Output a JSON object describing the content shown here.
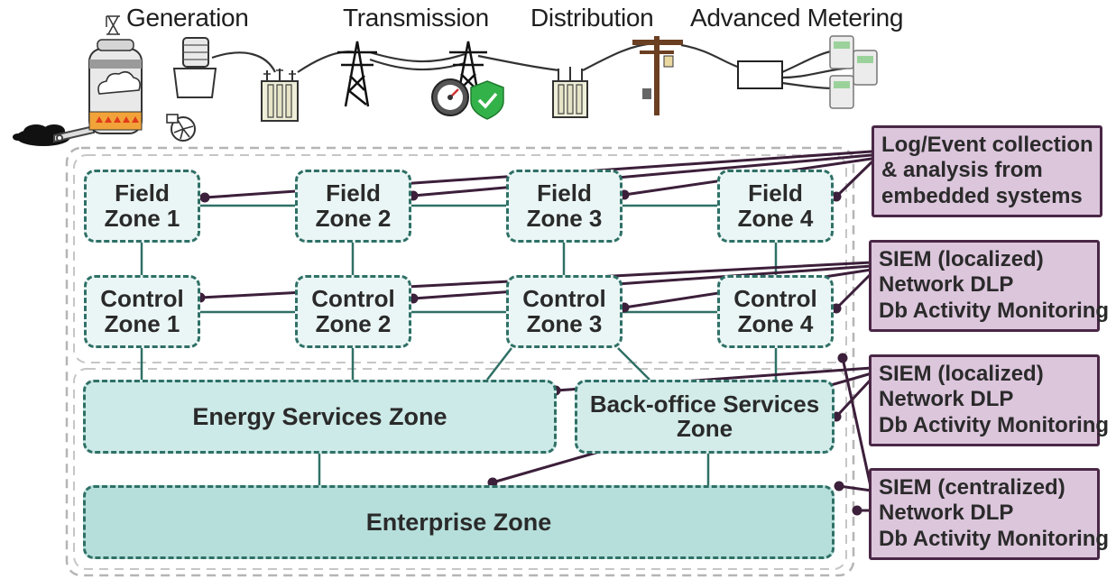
{
  "sections": {
    "generation": "Generation",
    "transmission": "Transmission",
    "distribution": "Distribution",
    "advanced_metering": "Advanced Metering"
  },
  "zones": {
    "field_1": [
      "Field",
      "Zone 1"
    ],
    "field_2": [
      "Field",
      "Zone 2"
    ],
    "field_3": [
      "Field",
      "Zone 3"
    ],
    "field_4": [
      "Field",
      "Zone 4"
    ],
    "control_1": [
      "Control",
      "Zone 1"
    ],
    "control_2": [
      "Control",
      "Zone 2"
    ],
    "control_3": [
      "Control",
      "Zone 3"
    ],
    "control_4": [
      "Control",
      "Zone 4"
    ],
    "energy_services": "Energy Services Zone",
    "back_office": [
      "Back-office Services",
      "Zone"
    ],
    "enterprise": "Enterprise Zone"
  },
  "info_boxes": {
    "log_event": [
      "Log/Event collection",
      "& analysis from",
      "embedded systems"
    ],
    "siem_localized_1": [
      "SIEM (localized)",
      "Network DLP",
      "Db Activity Monitoring"
    ],
    "siem_localized_2": [
      "SIEM (localized)",
      "Network DLP",
      "Db Activity Monitoring"
    ],
    "siem_centralized": [
      "SIEM (centralized)",
      "Network DLP",
      "Db Activity Monitoring"
    ]
  },
  "colors": {
    "zone_border": "#2f7066",
    "link_line": "#2f7066",
    "info_fill": "#dcc6dc",
    "info_border": "#4a2746",
    "connector": "#3c1f3a"
  }
}
